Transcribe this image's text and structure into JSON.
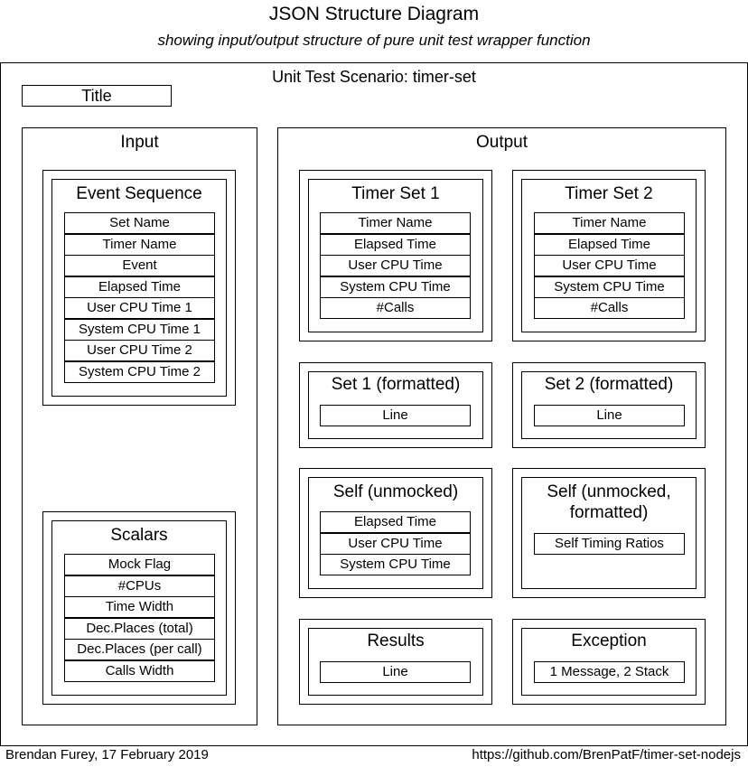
{
  "title": "JSON Structure Diagram",
  "subtitle": "showing input/output structure of pure unit test wrapper function",
  "scenario_label": "Unit Test Scenario: timer-set",
  "title_field": "Title",
  "input": {
    "label": "Input",
    "event_sequence": {
      "label": "Event Sequence",
      "fields": [
        "Set Name",
        "Timer Name",
        "Event",
        "Elapsed Time",
        "User CPU Time 1",
        "System CPU Time 1",
        "User CPU Time 2",
        "System CPU Time 2"
      ]
    },
    "scalars": {
      "label": "Scalars",
      "fields": [
        "Mock Flag",
        "#CPUs",
        "Time Width",
        "Dec.Places (total)",
        "Dec.Places (per call)",
        "Calls Width"
      ]
    }
  },
  "output": {
    "label": "Output",
    "timer_set_1": {
      "label": "Timer Set 1",
      "fields": [
        "Timer Name",
        "Elapsed Time",
        "User CPU Time",
        "System CPU Time",
        "#Calls"
      ]
    },
    "timer_set_2": {
      "label": "Timer Set 2",
      "fields": [
        "Timer Name",
        "Elapsed Time",
        "User CPU Time",
        "System CPU Time",
        "#Calls"
      ]
    },
    "set_1_formatted": {
      "label": "Set 1 (formatted)",
      "fields": [
        "Line"
      ]
    },
    "set_2_formatted": {
      "label": "Set 2 (formatted)",
      "fields": [
        "Line"
      ]
    },
    "self_unmocked": {
      "label": "Self (unmocked)",
      "fields": [
        "Elapsed Time",
        "User CPU Time",
        "System CPU Time"
      ]
    },
    "self_unmocked_formatted": {
      "label_line_1": "Self (unmocked,",
      "label_line_2": "formatted)",
      "fields": [
        "Self Timing Ratios"
      ]
    },
    "results": {
      "label": "Results",
      "fields": [
        "Line"
      ]
    },
    "exception": {
      "label": "Exception",
      "fields": [
        "1 Message, 2 Stack"
      ]
    }
  },
  "footer": {
    "author_date": "Brendan Furey, 17 February 2019",
    "url": "https://github.com/BrenPatF/timer-set-nodejs"
  }
}
